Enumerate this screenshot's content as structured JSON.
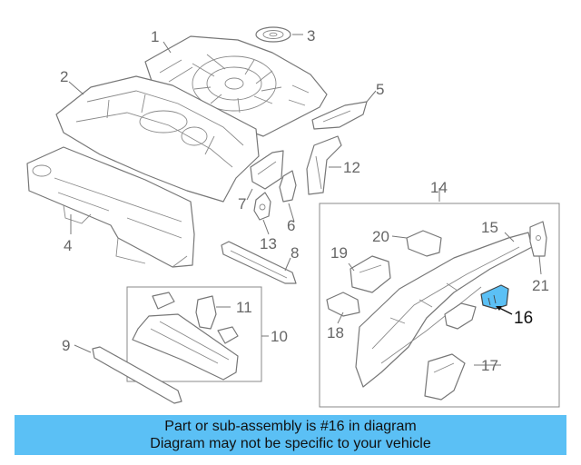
{
  "callouts": [
    {
      "id": "1",
      "text": "1"
    },
    {
      "id": "2",
      "text": "2"
    },
    {
      "id": "3",
      "text": "3"
    },
    {
      "id": "4",
      "text": "4"
    },
    {
      "id": "5",
      "text": "5"
    },
    {
      "id": "6",
      "text": "6"
    },
    {
      "id": "7",
      "text": "7"
    },
    {
      "id": "8",
      "text": "8"
    },
    {
      "id": "9",
      "text": "9"
    },
    {
      "id": "10",
      "text": "10"
    },
    {
      "id": "11",
      "text": "11"
    },
    {
      "id": "12",
      "text": "12"
    },
    {
      "id": "13",
      "text": "13"
    },
    {
      "id": "14",
      "text": "14"
    },
    {
      "id": "15",
      "text": "15"
    },
    {
      "id": "16",
      "text": "16"
    },
    {
      "id": "17",
      "text": "17"
    },
    {
      "id": "18",
      "text": "18"
    },
    {
      "id": "19",
      "text": "19"
    },
    {
      "id": "20",
      "text": "20"
    },
    {
      "id": "21",
      "text": "21"
    }
  ],
  "highlight": {
    "part": "16",
    "color": "#5bc0f5"
  },
  "banner": {
    "line1": "Part or sub-assembly is #16 in diagram",
    "line2": "Diagram may not be specific to your vehicle",
    "color": "#5bc0f5"
  }
}
